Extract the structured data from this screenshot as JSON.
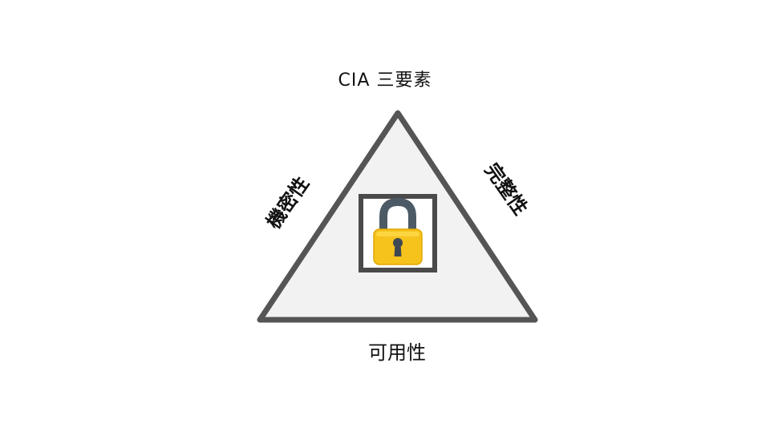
{
  "diagram": {
    "title": "CIA 三要素",
    "sides": {
      "left": "機密性",
      "right": "完整性",
      "bottom": "可用性"
    },
    "center_icon": "padlock-icon",
    "colors": {
      "triangle_stroke": "#555555",
      "triangle_fill": "#f2f2f2",
      "lock_body": "#f6c21c",
      "lock_shackle": "#4c5a66",
      "keyhole": "#3d4852",
      "frame_stroke": "#4a4a4a"
    }
  }
}
